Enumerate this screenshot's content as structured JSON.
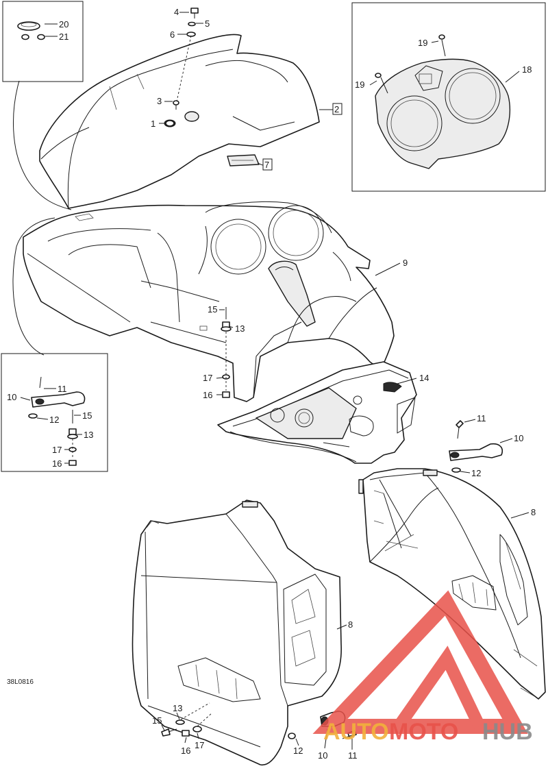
{
  "figure_ref": "38L0816",
  "callouts": {
    "c1": "1",
    "c2": "2",
    "c3": "3",
    "c4": "4",
    "c5": "5",
    "c6": "6",
    "c7": "7",
    "c9": "9",
    "c14": "14",
    "c18": "18",
    "c19a": "19",
    "c19b": "19",
    "c20": "20",
    "c21": "21",
    "c15a": "15",
    "c13a": "13",
    "c17a": "17",
    "c16a": "16",
    "c11a": "11",
    "c10a": "10",
    "c12a": "12",
    "c15b": "15",
    "c13b": "13",
    "c17b": "17",
    "c16b": "16",
    "c11b": "11",
    "c10b": "10",
    "c12b": "12",
    "c8a": "8",
    "c8b": "8",
    "c13c": "13",
    "c15c": "15",
    "c16c": "16",
    "c17c": "17",
    "c12c": "12",
    "c10c": "10",
    "c11c": "11"
  },
  "watermark": {
    "part1": "AUTO",
    "part2": "MOTO",
    "part3": "HUB"
  },
  "colors": {
    "watermark_red": "#e8524a",
    "watermark_orange": "#f2b13c",
    "watermark_grey": "#8a8a8a",
    "line": "#1a1a1a"
  }
}
